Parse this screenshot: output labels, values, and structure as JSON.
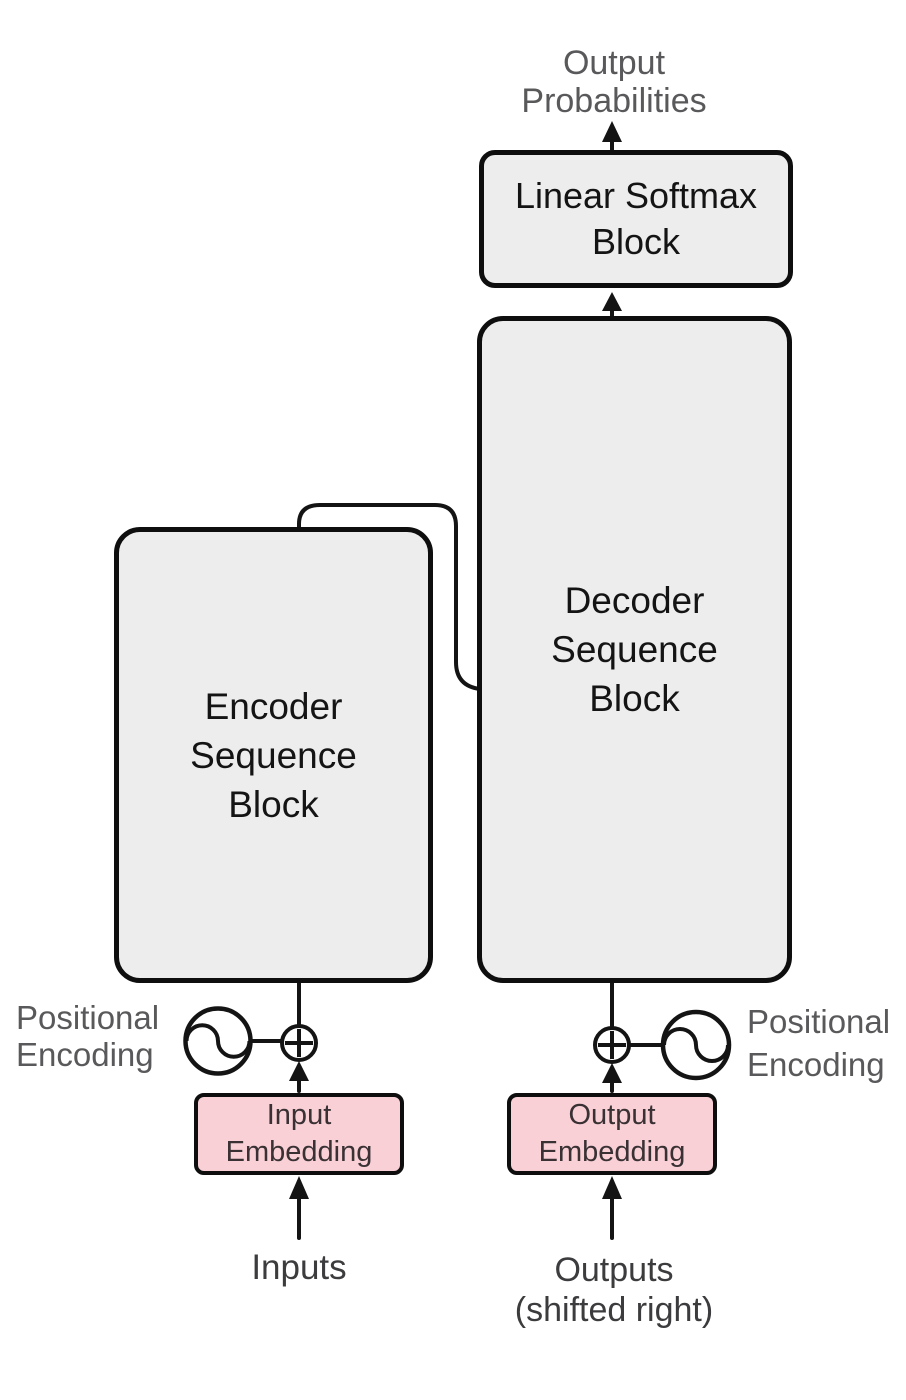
{
  "colors": {
    "background": "#ffffff",
    "block_fill": "#ededed",
    "block_border": "#0e0e0e",
    "block_text": "#141415",
    "embedding_fill": "#f8d0d6",
    "embedding_text": "#3a3134",
    "muted_label": "#59595b",
    "io_label": "#3c3c3e",
    "line": "#141414"
  },
  "labels": {
    "output_probabilities": {
      "lines": [
        "Output",
        "Probabilities"
      ]
    },
    "positional_encoding_left": {
      "lines": [
        "Positional",
        "Encoding"
      ]
    },
    "positional_encoding_right": {
      "lines": [
        "Positional",
        "Encoding"
      ]
    },
    "inputs": "Inputs",
    "outputs": {
      "lines": [
        "Outputs",
        "(shifted right)"
      ]
    }
  },
  "blocks": {
    "linear_softmax": {
      "lines": [
        "Linear Softmax",
        "Block"
      ]
    },
    "decoder": {
      "lines": [
        "Decoder",
        "Sequence",
        "Block"
      ]
    },
    "encoder": {
      "lines": [
        "Encoder",
        "Sequence",
        "Block"
      ]
    },
    "input_embedding": {
      "lines": [
        "Input",
        "Embedding"
      ]
    },
    "output_embedding": {
      "lines": [
        "Output",
        "Embedding"
      ]
    }
  },
  "icons": {
    "positional_encoding": "sine-wave-icon",
    "add": "circled-plus-icon",
    "arrow": "arrow-up-icon"
  }
}
